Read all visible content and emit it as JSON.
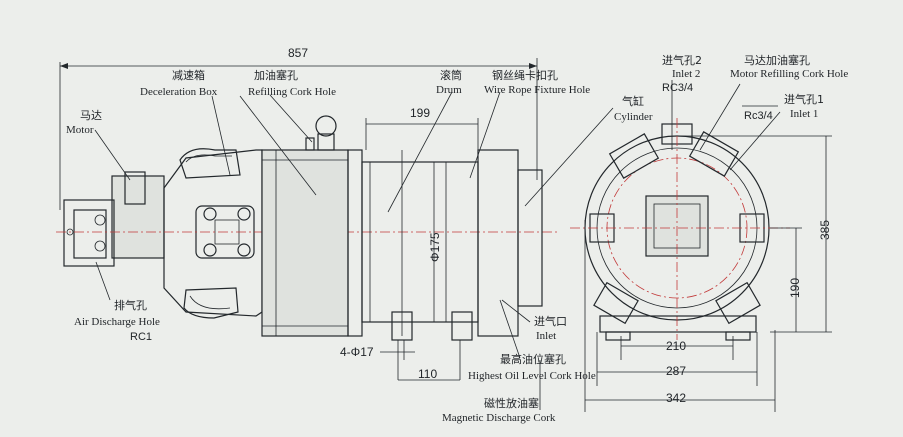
{
  "dimensions": {
    "overall_length": "857",
    "drum_width": "199",
    "drum_dia": "Φ175",
    "mount_holes": "4-Φ17",
    "base_width": "110",
    "width_210": "210",
    "width_287": "287",
    "width_342": "342",
    "height_190": "190",
    "height_385": "385"
  },
  "labels": {
    "motor_cn": "马达",
    "motor_en": "Motor",
    "decel_cn": "减速箱",
    "decel_en": "Deceleration Box",
    "refill_cn": "加油塞孔",
    "refill_en": "Refilling Cork Hole",
    "drum_cn": "滚筒",
    "drum_en": "Drum",
    "wire_cn": "钢丝绳卡扣孔",
    "wire_en": "Wire Rope Fixture Hole",
    "cylinder_cn": "气缸",
    "cylinder_en": "Cylinder",
    "inlet2_cn": "进气孔2",
    "inlet2_en": "Inlet 2",
    "rc34_top": "RC3/4",
    "motor_refill_cn": "马达加油塞孔",
    "motor_refill_en": "Motor Refilling Cork Hole",
    "inlet1_cn": "进气孔1",
    "inlet1_en": "Inlet 1",
    "rc34_right": "Rc3/4",
    "discharge_cn": "排气孔",
    "discharge_en": "Air Discharge Hole",
    "rc_disc": "RC1",
    "inlet_cn": "进气口",
    "inlet_en": "Inlet",
    "highest_cn": "最高油位塞孔",
    "highest_en": "Highest Oil Level Cork Hole",
    "magnetic_cn": "磁性放油塞",
    "magnetic_en": "Magnetic Discharge Cork"
  }
}
